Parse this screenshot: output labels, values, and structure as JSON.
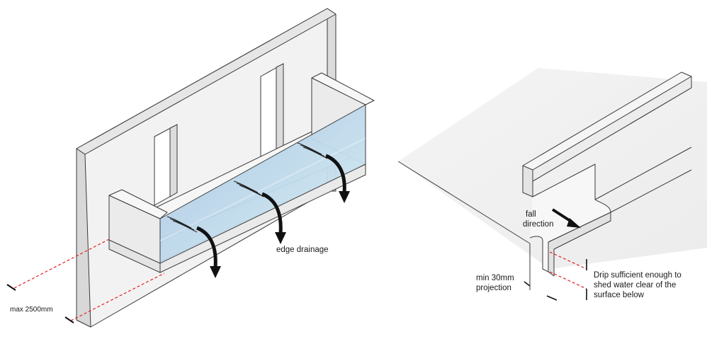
{
  "left_diagram": {
    "labels": {
      "edge_drainage": "edge drainage",
      "max_height": "max 2500mm"
    }
  },
  "right_diagram": {
    "labels": {
      "fall_direction_line1": "fall",
      "fall_direction_line2": "direction",
      "min_projection_line1": "min 30mm",
      "min_projection_line2": "projection",
      "drip_line1": "Drip sufficient enough to",
      "drip_line2": "shed water clear of the",
      "drip_line3": "surface below"
    }
  },
  "colors": {
    "wall_fill": "#f0f0f0",
    "outline": "#3a3a3a",
    "glass": "#b8d4e6",
    "dimension_dashed": "#e02020",
    "arrow": "#111111"
  }
}
